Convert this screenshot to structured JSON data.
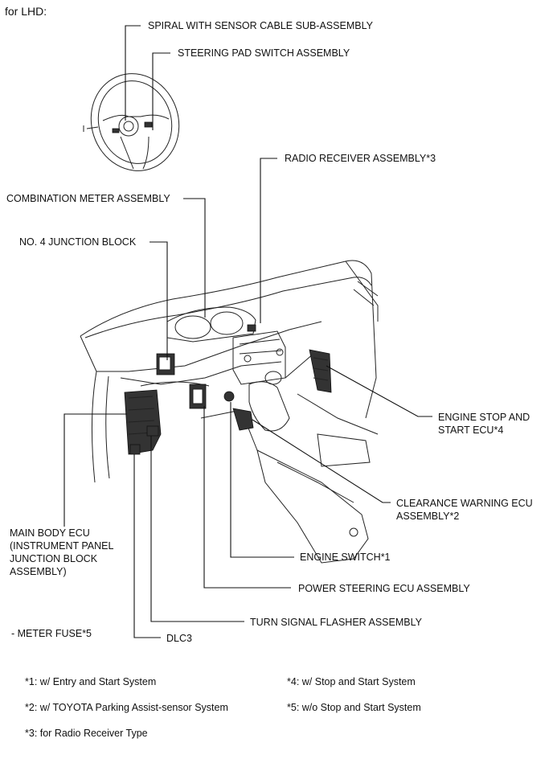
{
  "header": {
    "title": "for LHD:"
  },
  "labels": {
    "spiral": "SPIRAL WITH SENSOR CABLE SUB-ASSEMBLY",
    "steering_pad": "STEERING PAD SWITCH ASSEMBLY",
    "radio_receiver": "RADIO RECEIVER ASSEMBLY*3",
    "combination_meter": "COMBINATION METER ASSEMBLY",
    "junction_block_4": "NO. 4 JUNCTION BLOCK",
    "engine_stop_start": "ENGINE STOP AND\nSTART ECU*4",
    "clearance_warning": "CLEARANCE WARNING ECU\nASSEMBLY*2",
    "main_body_ecu": "MAIN BODY ECU\n(INSTRUMENT PANEL\nJUNCTION BLOCK\nASSEMBLY)",
    "engine_switch": "ENGINE SWITCH*1",
    "power_steering": "POWER STEERING ECU ASSEMBLY",
    "turn_signal": "TURN SIGNAL FLASHER ASSEMBLY",
    "meter_fuse": "- METER FUSE*5",
    "dlc3": "DLC3"
  },
  "footnotes": {
    "n1": "*1: w/ Entry and Start System",
    "n2": "*2: w/ TOYOTA Parking Assist-sensor System",
    "n3": "*3: for Radio Receiver Type",
    "n4": "*4: w/ Stop and Start System",
    "n5": "*5: w/o Stop and Start System"
  }
}
